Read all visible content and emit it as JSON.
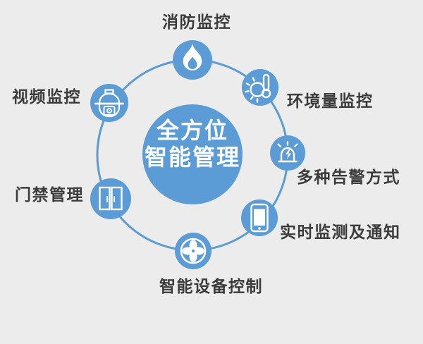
{
  "title": "全方位智能管理",
  "colors": {
    "primary_blue": "#5b9cd6",
    "background": "#ececec",
    "label_text": "#3b3b3b",
    "icon_white": "#ffffff"
  },
  "center": {
    "line1": "全方位",
    "line2": "智能管理"
  },
  "nodes": [
    {
      "label": "消防监控",
      "icon": "flame-icon",
      "position": "top"
    },
    {
      "label": "环境量监控",
      "icon": "sun-thermometer-icon",
      "position": "upper-right"
    },
    {
      "label": "多种告警方式",
      "icon": "siren-icon",
      "position": "right"
    },
    {
      "label": "实时监测及通知",
      "icon": "smartphone-icon",
      "position": "lower-right"
    },
    {
      "label": "智能设备控制",
      "icon": "fan-icon",
      "position": "bottom"
    },
    {
      "label": "门禁管理",
      "icon": "double-door-icon",
      "position": "lower-left"
    },
    {
      "label": "视频监控",
      "icon": "dome-camera-icon",
      "position": "upper-left"
    }
  ]
}
